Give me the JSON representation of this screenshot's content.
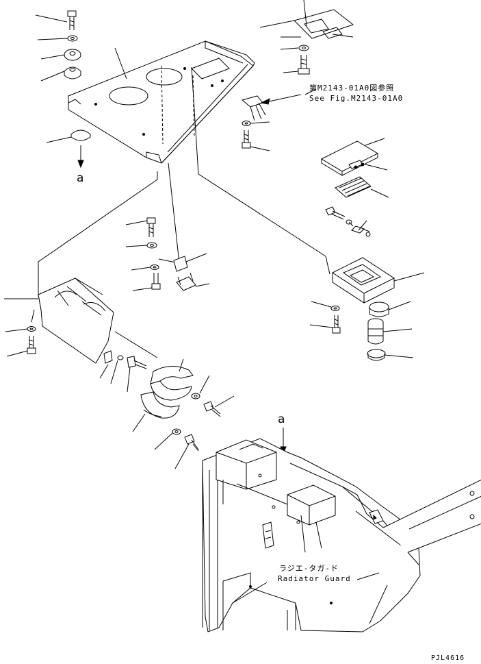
{
  "callouts": {
    "ref_jp": "第M2143-01A0図参照",
    "ref_en": "See Fig.M2143-01A0",
    "radiator_jp": "ラジエ-タガ-ド",
    "radiator_en": "Radiator Guard",
    "marker_a": "a",
    "drawing_no": "PJL4616"
  }
}
